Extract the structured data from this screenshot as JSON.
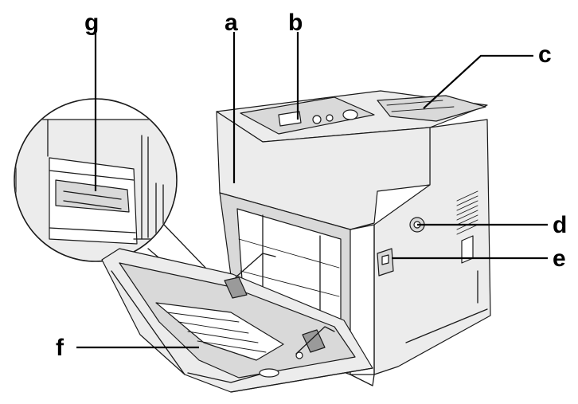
{
  "diagram": {
    "callouts": {
      "a": "a",
      "b": "b",
      "c": "c",
      "d": "d",
      "e": "e",
      "f": "f",
      "g": "g"
    },
    "colors": {
      "ink": "#1a1a1a",
      "body_light": "#ececec",
      "body_shade": "#d9d9d9",
      "body_dark": "#9a9a9a",
      "background": "#ffffff"
    }
  }
}
